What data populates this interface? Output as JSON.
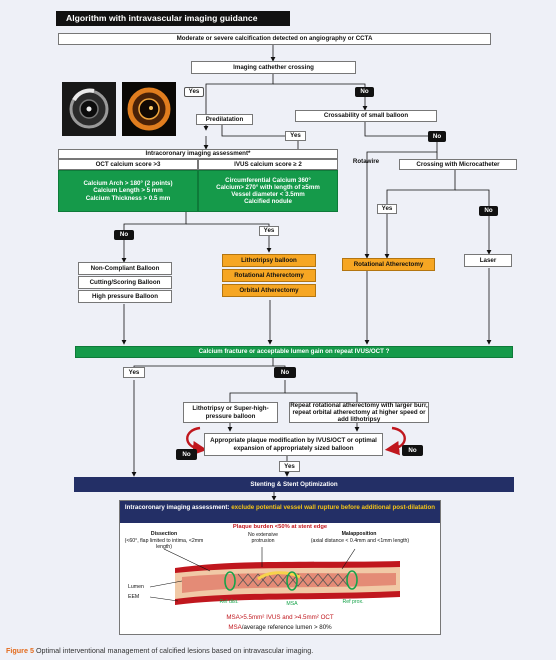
{
  "title": "Algorithm with intravascular imaging guidance",
  "top_box": "Moderate or severe calcification detected on angiography or CCTA",
  "imaging_crossing": "Imaging cathether crossing",
  "yes": "Yes",
  "no": "No",
  "predilatation": "Predilatation",
  "crossability": "Crossability of small balloon",
  "assessment_header": "Intracoronary imaging assessment*",
  "oct_score": "OCT calcium score >3",
  "ivus_score": "IVUS calcium score ≥ 2",
  "oct_criteria": [
    "Calcium Arch > 180° (2 points)",
    "Calcium Length > 5 mm",
    "Calcium Thickness > 0.5 mm"
  ],
  "ivus_criteria": [
    "Circumferential Calcium 360°",
    "Calcium> 270° with length of ≥5mm",
    "Vessel diameter  < 3.5mm",
    "Calcified nodule"
  ],
  "rotawire": "Rotawire",
  "microcatheter": "Crossing with Microcatheter",
  "non_compliant": "Non-Compliant Balloon",
  "cutting": "Cutting/Scoring Balloon",
  "high_pressure": "High pressure Balloon",
  "lithotripsy_balloon": "Lithotripsy balloon",
  "rotational_atherectomy": "Rotational Atherectomy",
  "orbital_atherectomy": "Orbital Atherectomy",
  "rotational_atherectomy_2": "Rotational Atherectomy",
  "laser": "Laser",
  "calcium_fracture": "Calcium fracture or acceptable lumen gain on repeat IVUS/OCT ?",
  "litho_super": "Lithotripsy or Super-high-pressure balloon",
  "repeat_rot": "Repeat rotational atherectomy with larger burr, repeat orbital atherectomy at higher speed or add lithotripsy",
  "appropriate_plaque": "Appropriate plaque modification by IVUS/OCT or optimal expansion of appropriately sized balloon",
  "stenting": "Stenting & Stent Optimization",
  "final_assessment_white": "Intracoronary imaging assessment: ",
  "final_assessment_yellow": "exclude potential vessel wall rupture before additional post-dilatation",
  "plaque_burden": "Plaque burden <50% at stent edge",
  "dissection_title": "Dissection",
  "dissection_text": "(<60°, flap limited to intima, <2mm length)",
  "protrusion_text": "No extensive protrusion",
  "malapposition_title": "Malapposition",
  "malapposition_text": "(axial distance < 0.4mm and <1mm length)",
  "lumen": "Lumen",
  "eem": "EEM",
  "ref_dist": "Ref dist.",
  "msa": "MSA",
  "ref_prox": "Ref prox.",
  "msa_criterion_1": "MSA>5.5mm² IVUS and >4.5mm² OCT",
  "msa_criterion_2a": "MSA",
  "msa_criterion_2b": "/average reference lumen > 80%",
  "caption_label": "Figure 5",
  "caption_text": "Optimal interventional management of calcified lesions based on intravascular imaging."
}
